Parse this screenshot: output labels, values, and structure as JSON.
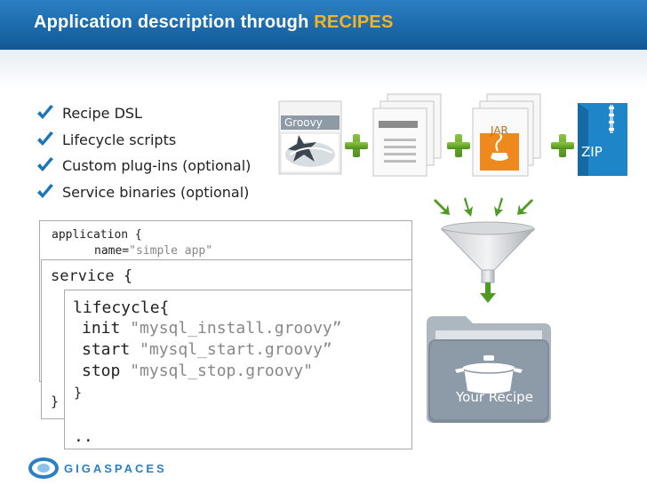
{
  "header": {
    "title_prefix": "Application description through ",
    "title_accent": "RECIPES"
  },
  "bullets": [
    "Recipe DSL",
    "Lifecycle scripts",
    "Custom plug-ins (optional)",
    "Service binaries (optional)"
  ],
  "code": {
    "application_line": "application {",
    "name_key": "name=",
    "name_value": "\"simple app\"",
    "service_open": "service {",
    "lifecycle_open": "lifecycle{",
    "init_cmd": "init ",
    "init_value": "\"mysql_install.groovy”",
    "start_cmd": "start ",
    "start_value": "\"mysql_start.groovy”",
    "stop_cmd": "stop ",
    "stop_value": "\"mysql_stop.groovy\"",
    "inner_close": "}",
    "outer_close": "}",
    "ellipsis": ".."
  },
  "artifacts": {
    "groovy_label": "Groovy",
    "jar_label": "JAR",
    "zip_label": "ZIP"
  },
  "recipe": {
    "label": "Your Recipe"
  },
  "footer": {
    "logo_text": "GIGASPACES"
  },
  "colors": {
    "title_bar": "#1c6aab",
    "accent": "#f5b324",
    "plus_green": "#6aab2e",
    "check_blue": "#1b75bb"
  }
}
